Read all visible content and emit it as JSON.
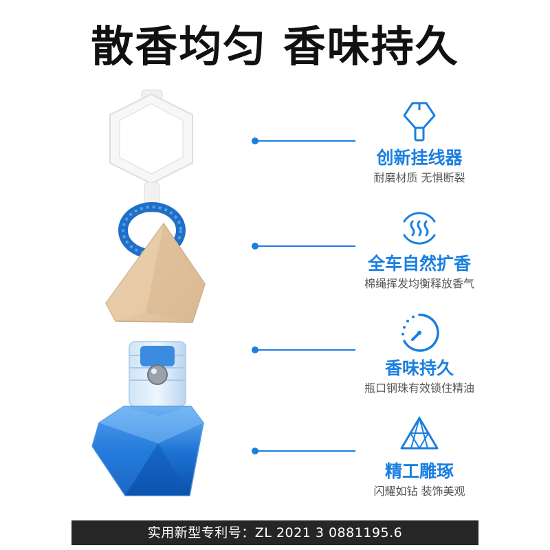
{
  "headline": "散香均匀 香味持久",
  "accent_color": "#1a7fe0",
  "features": [
    {
      "icon": "bottle-neck-icon",
      "title": "创新挂线器",
      "desc": "耐磨材质 无惧断裂"
    },
    {
      "icon": "scent-waves-icon",
      "title": "全车自然扩香",
      "desc": "棉绳挥发均衡释放香气"
    },
    {
      "icon": "timer-icon",
      "title": "香味持久",
      "desc": "瓶口钢珠有效锁住精油"
    },
    {
      "icon": "diamond-icon",
      "title": "精工雕琢",
      "desc": "闪耀如钻 装饰美观"
    }
  ],
  "footer": {
    "text": "实用新型专利号：ZL 2021 3 0881195.6"
  }
}
